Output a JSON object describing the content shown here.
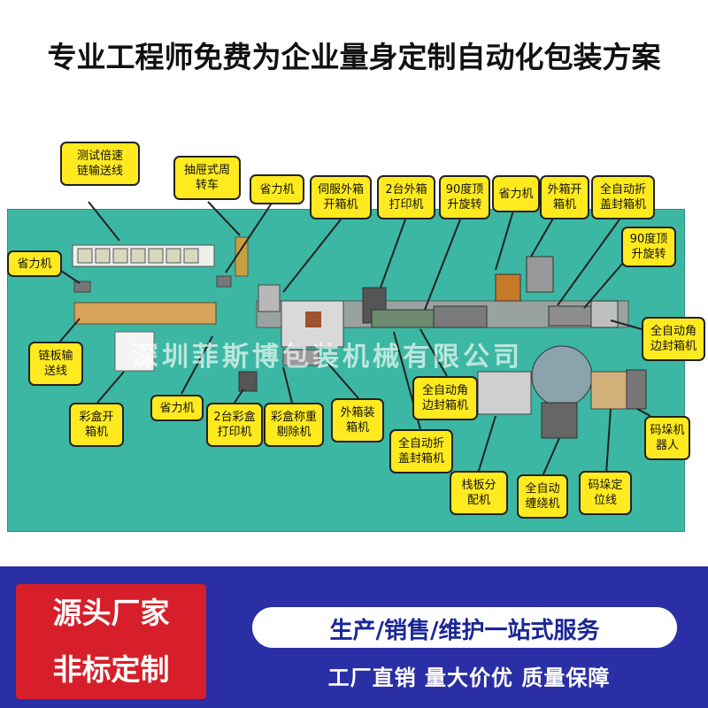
{
  "title": "专业工程师免费为企业量身定制自动化包装方案",
  "watermark": "深圳菲斯博包装机械有限公司",
  "labels": {
    "l1": "测试倍速\n链输送线",
    "l2": "抽屉式周\n转车",
    "l3": "省力机",
    "l4": "伺服外箱\n开箱机",
    "l5": "2台外箱\n打印机",
    "l6": "90度顶\n升旋转",
    "l7": "省力机",
    "l8": "外箱开\n箱机",
    "l9": "全自动折\n盖封箱机",
    "l10": "90度顶\n升旋转",
    "l11": "省力机",
    "l12": "全自动角\n边封箱机",
    "l13": "链板输\n送线",
    "l14": "全自动角\n边封箱机",
    "l15": "彩盒开\n箱机",
    "l16": "省力机",
    "l17": "2台彩盒\n打印机",
    "l18": "彩盒称重\n剔除机",
    "l19": "外箱装\n箱机",
    "l20": "全自动折\n盖封箱机",
    "l21": "栈板分\n配机",
    "l22": "全自动\n缠绕机",
    "l23": "码垛定\n位线",
    "l24": "码垛机\n器人"
  },
  "banner": {
    "badge_line1": "源头厂家",
    "badge_line2": "非标定制",
    "service": "生产/销售/维护一站式服务",
    "bottom": "工厂直销 量大价优 质量保障"
  },
  "colors": {
    "stage": "#3cb7a3",
    "label": "#ffea1f",
    "banner": "#2a2fa6",
    "badge": "#d61f2a"
  }
}
